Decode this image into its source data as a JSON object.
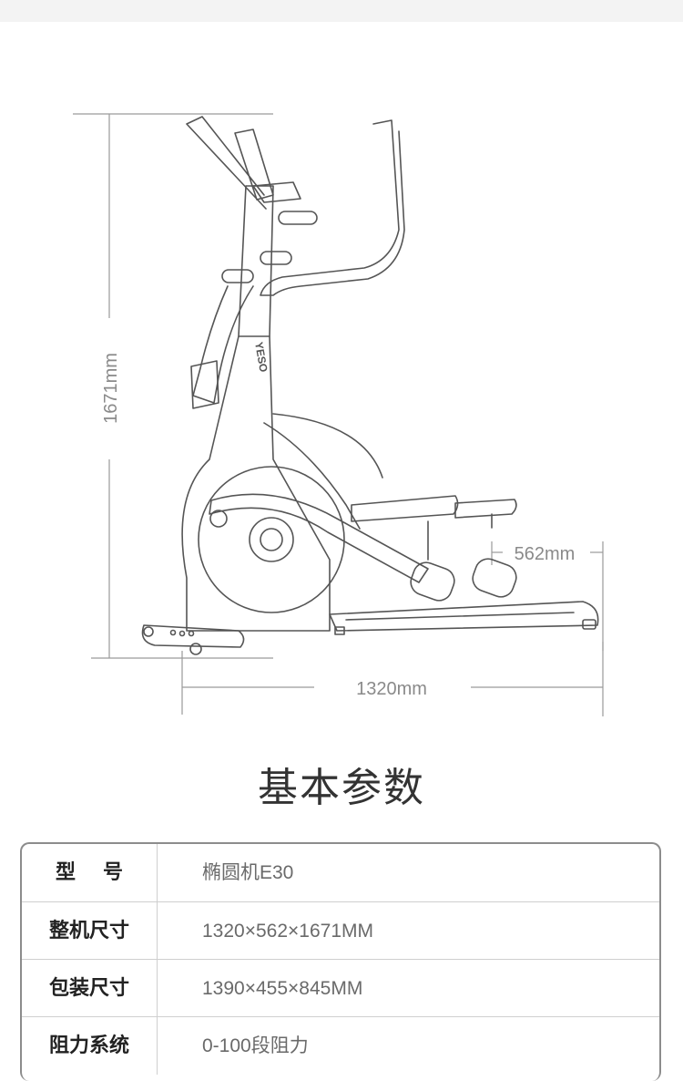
{
  "dimensions": {
    "height": "1671mm",
    "width": "562mm",
    "length": "1320mm"
  },
  "section_title": "基本参数",
  "brand_mark": "YESO",
  "specs": [
    {
      "label": "型号",
      "value": "椭圆机E30"
    },
    {
      "label": "整机尺寸",
      "value": "1320×562×1671MM"
    },
    {
      "label": "包装尺寸",
      "value": "1390×455×845MM"
    },
    {
      "label": "阻力系统",
      "value": "0-100段阻力"
    }
  ]
}
